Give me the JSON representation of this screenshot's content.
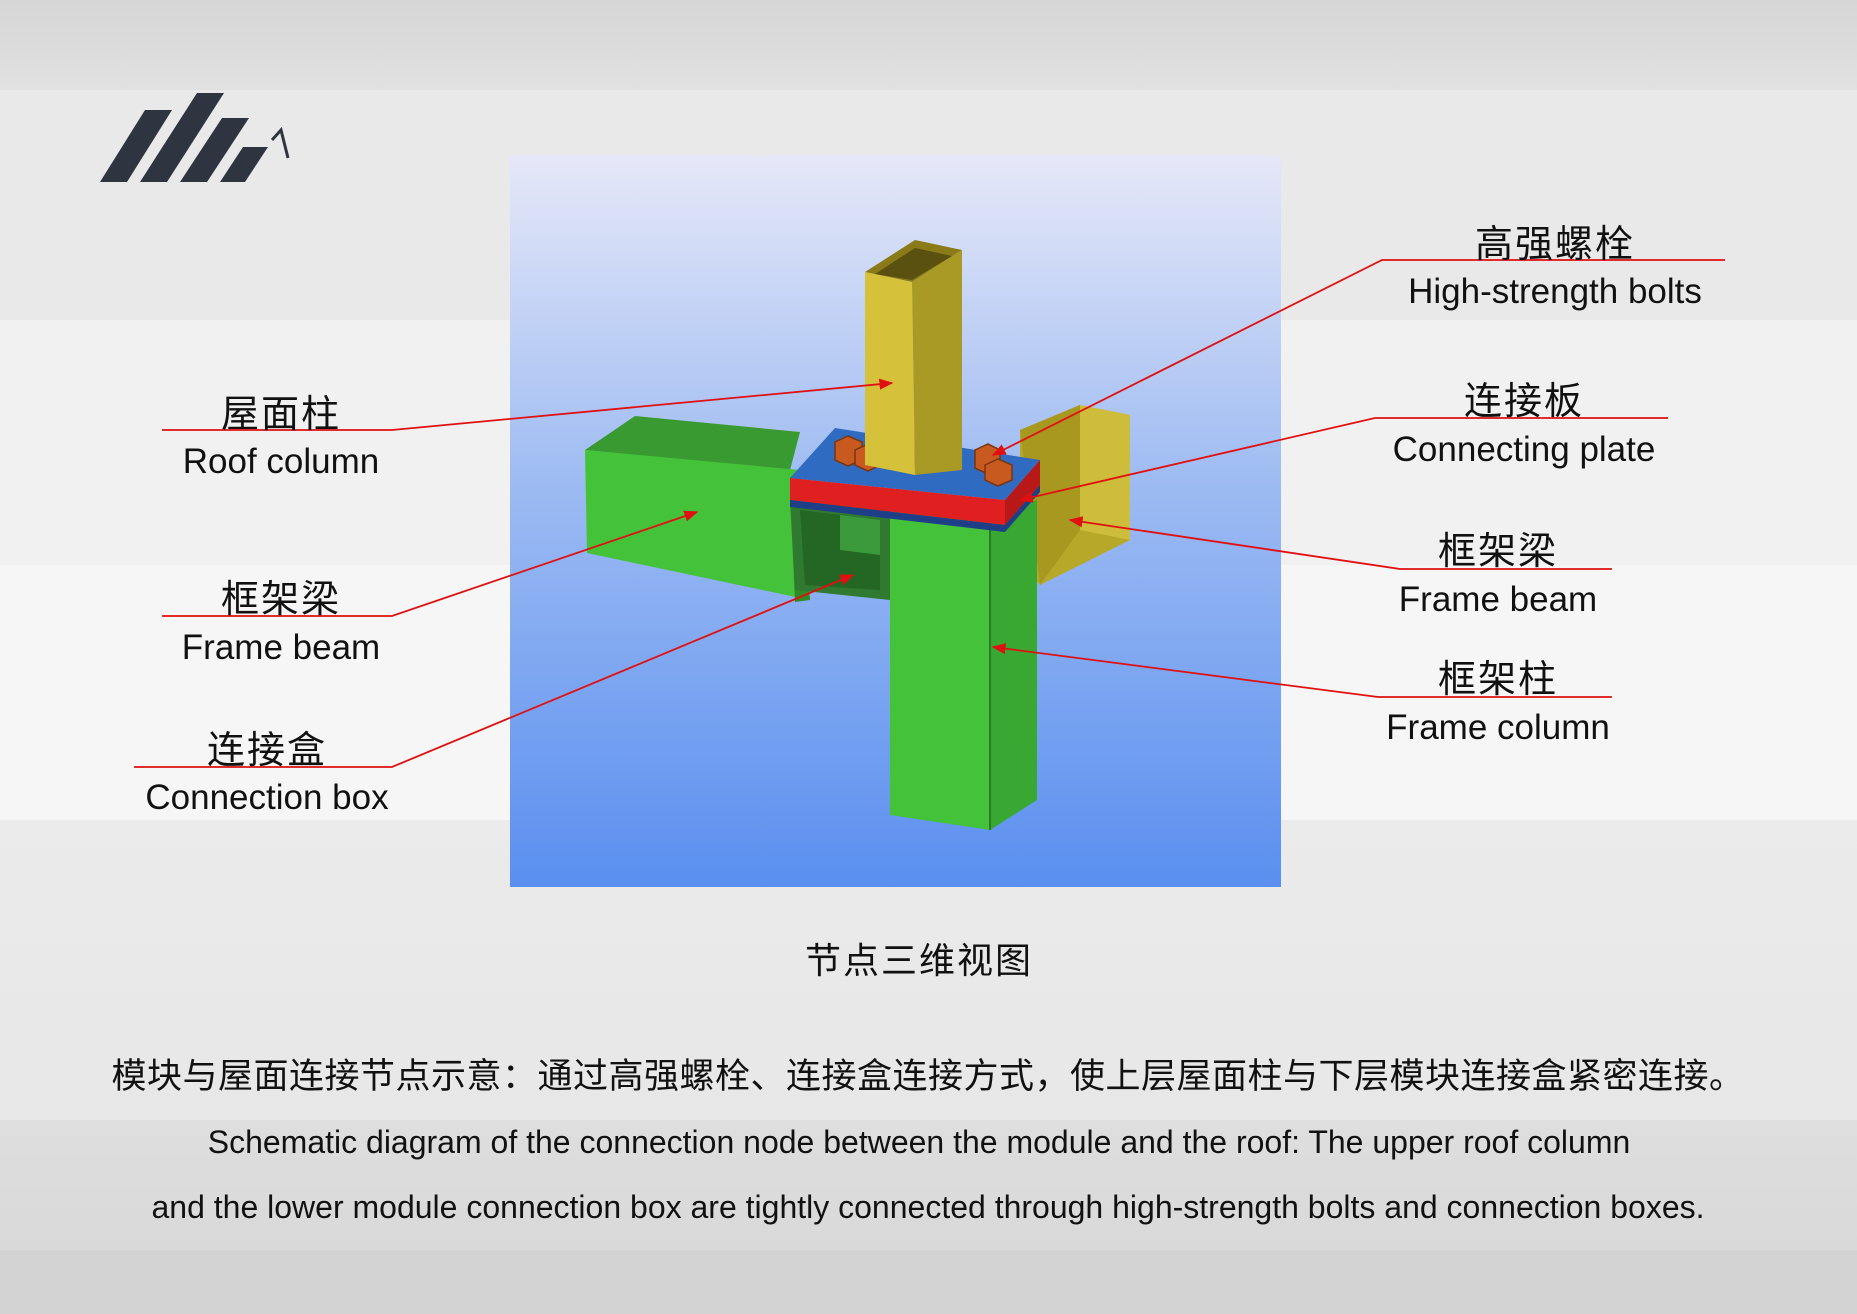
{
  "labels": {
    "roof_column": {
      "cn": "屋面柱",
      "en": "Roof column"
    },
    "frame_beam_left": {
      "cn": "框架梁",
      "en": "Frame beam"
    },
    "connection_box": {
      "cn": "连接盒",
      "en": "Connection box"
    },
    "bolts": {
      "cn": "高强螺栓",
      "en": "High-strength bolts"
    },
    "plate": {
      "cn": "连接板",
      "en": "Connecting plate"
    },
    "frame_beam_right": {
      "cn": "框架梁",
      "en": "Frame beam"
    },
    "frame_column": {
      "cn": "框架柱",
      "en": "Frame column"
    }
  },
  "caption": "节点三维视图",
  "description": {
    "cn": "模块与屋面连接节点示意：通过高强螺栓、连接盒连接方式，使上层屋面柱与下层模块连接盒紧密连接。",
    "en_line1": "Schematic diagram of the connection node between the module and the roof: The upper roof column",
    "en_line2": "and the lower module connection box are tightly connected through high-strength bolts and connection boxes."
  },
  "colors": {
    "logo": "#2f3540",
    "leader": "#e01010",
    "roof_column": "#c8b830",
    "frame_beam": "#44c23a",
    "plate": "#2f6bc0",
    "plate_red": "#e02020",
    "bolt": "#c85a20",
    "background_top": "#e6e8f8",
    "background_bottom": "#5a8ff0"
  }
}
